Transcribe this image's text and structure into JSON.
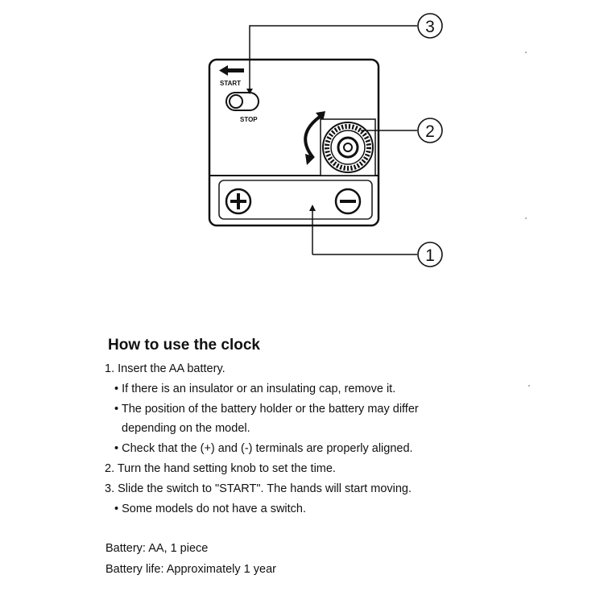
{
  "diagram": {
    "switch_labels": {
      "start": "START",
      "stop": "STOP"
    },
    "plus_symbol": "+",
    "minus_symbol": "−",
    "callouts": [
      "③",
      "②",
      "①"
    ]
  },
  "instructions": {
    "title": "How to use the clock",
    "lines": [
      "1. Insert the AA battery.",
      "• If there is an insulator or an insulating cap, remove it.",
      "• The position of the battery holder or the battery may differ",
      "depending on the model.",
      "• Check that the (+) and (-) terminals are properly aligned.",
      "2. Turn the hand setting knob to set the time.",
      "3. Slide the switch to \"START\".  The hands will start moving.",
      "• Some models do not have a switch."
    ]
  },
  "specs": {
    "battery": "Battery: AA, 1 piece",
    "battery_life": "Battery life: Approximately 1 year"
  }
}
